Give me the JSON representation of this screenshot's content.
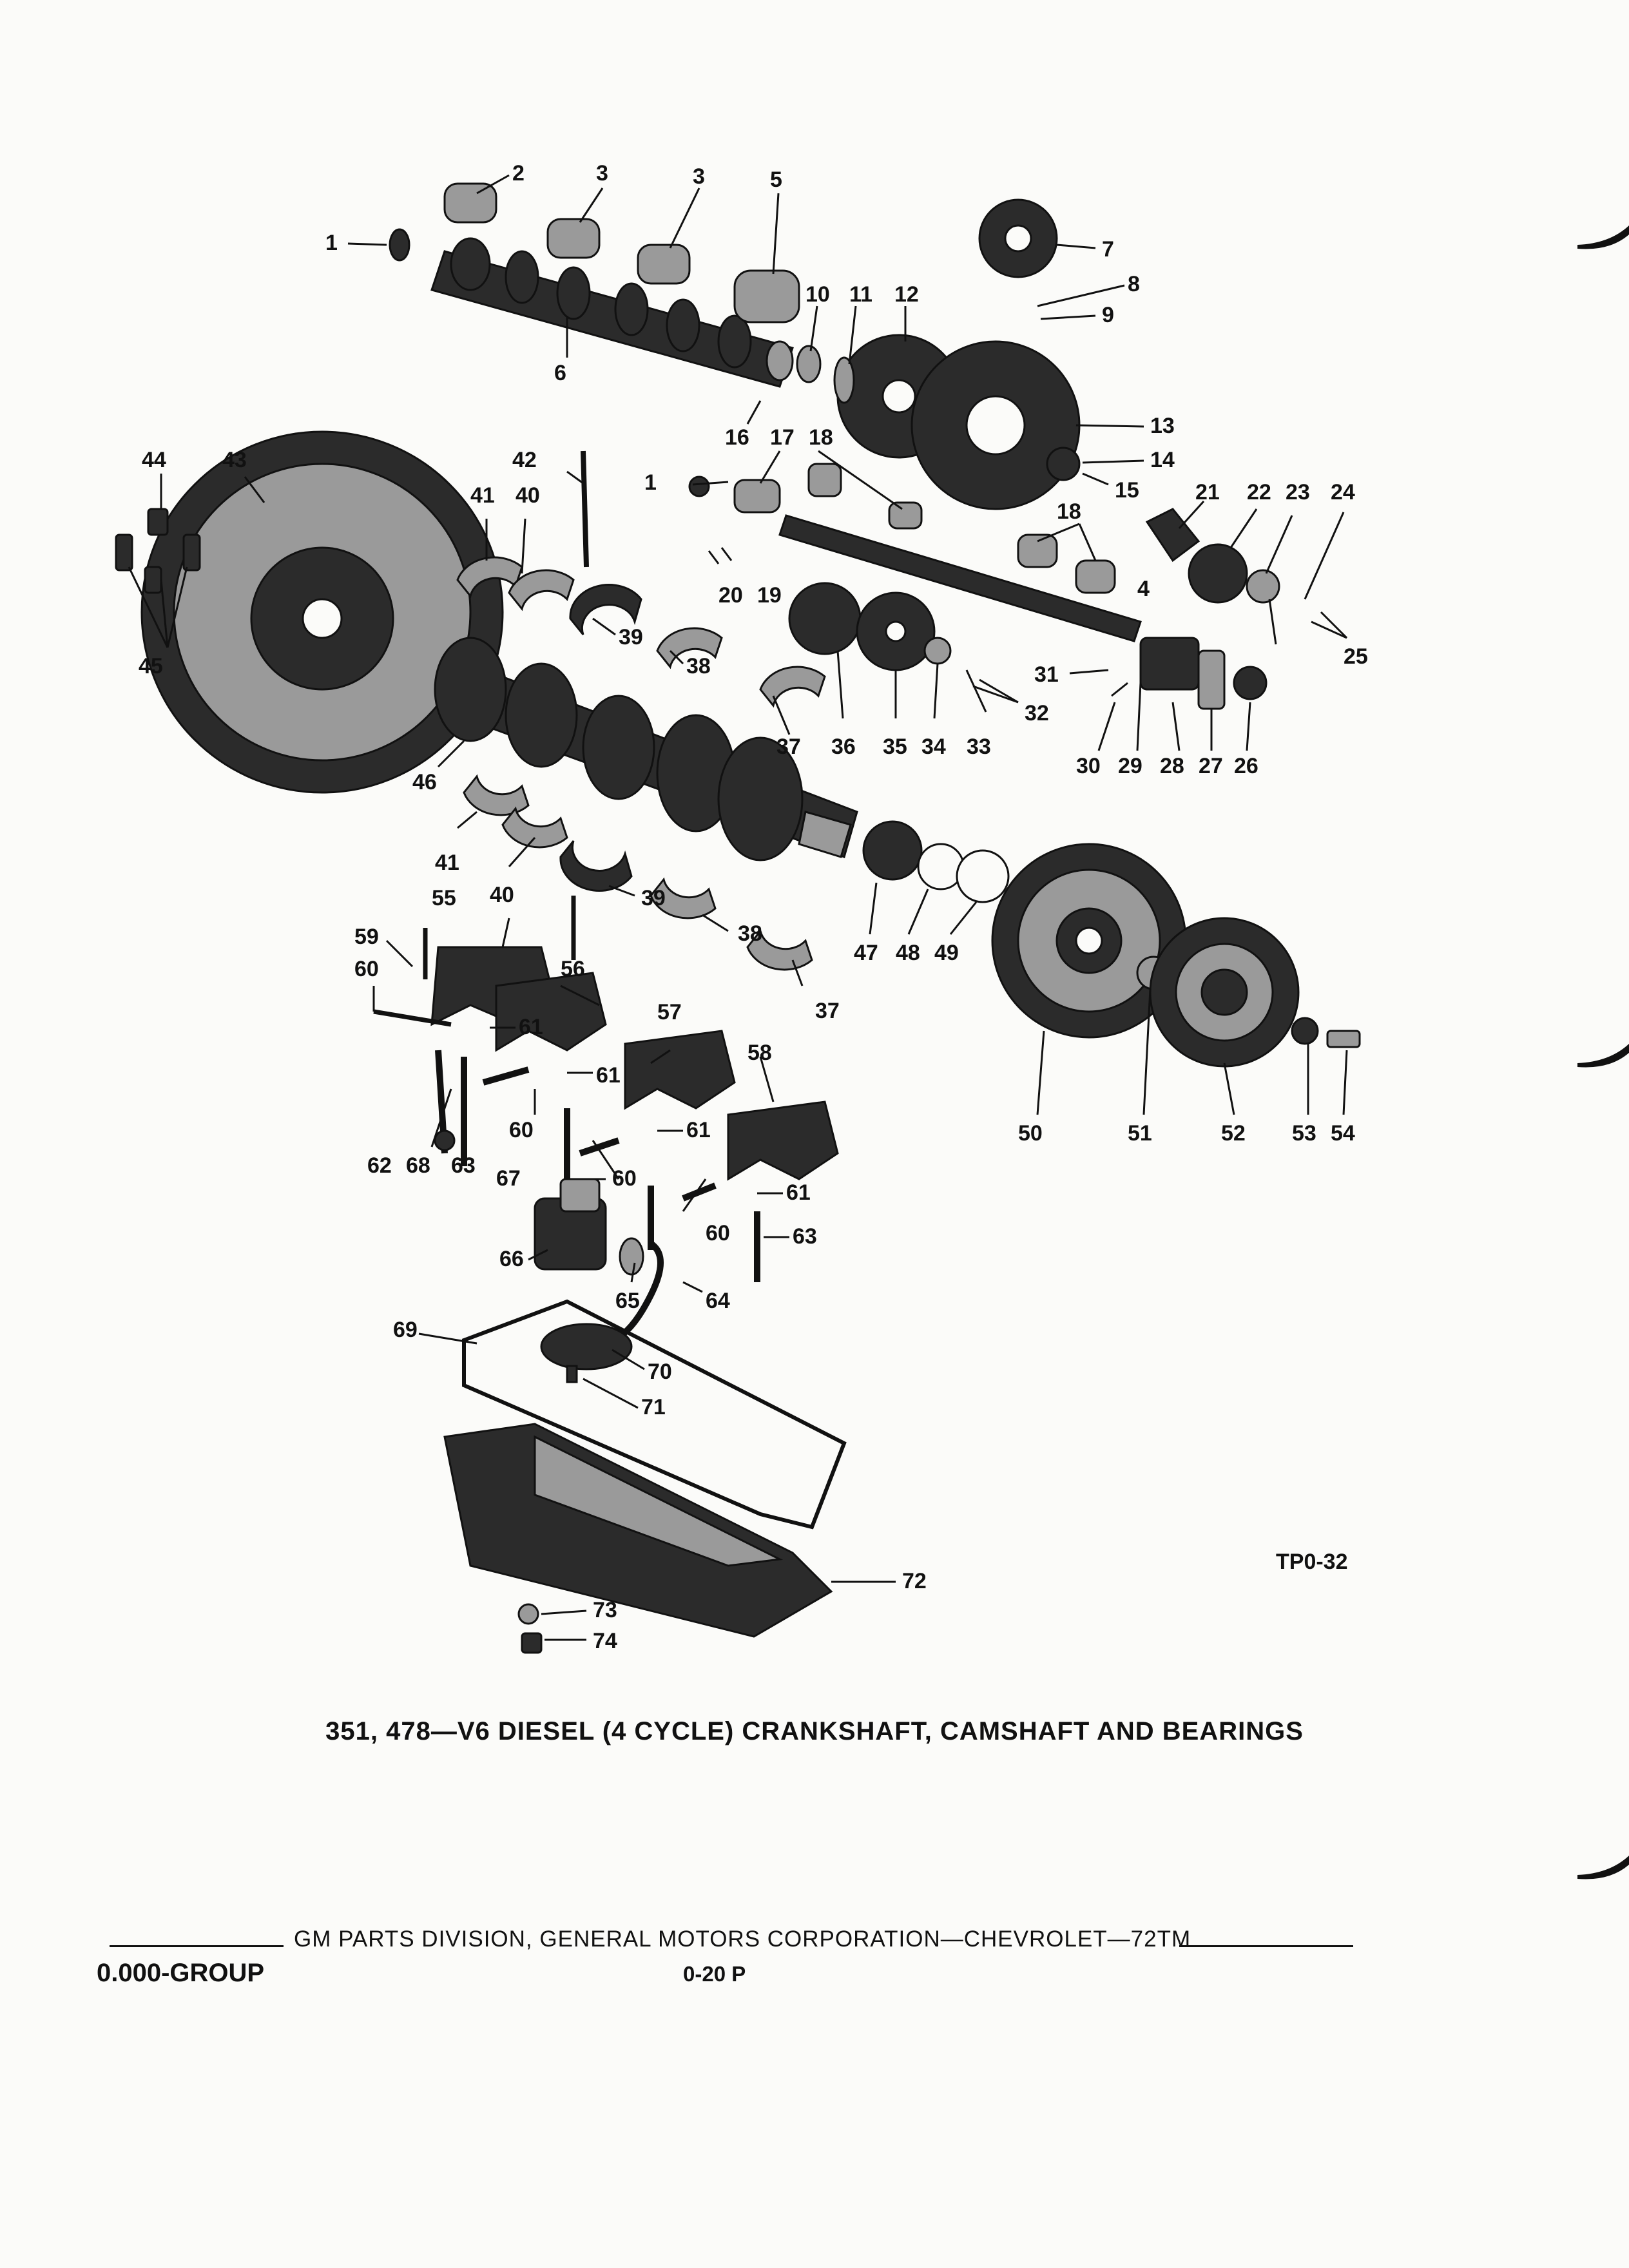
{
  "figure_code": "TP0-32",
  "caption": "351, 478—V6 DIESEL (4 CYCLE) CRANKSHAFT, CAMSHAFT AND BEARINGS",
  "footer": {
    "corporation": "GM PARTS DIVISION, GENERAL MOTORS CORPORATION—CHEVROLET—72TM",
    "group": "0.000-GROUP",
    "page": "0-20  P"
  },
  "callouts": [
    "1",
    "2",
    "3",
    "3",
    "5",
    "6",
    "7",
    "8",
    "9",
    "10",
    "11",
    "12",
    "13",
    "14",
    "15",
    "16",
    "17",
    "18",
    "1",
    "18",
    "21",
    "22",
    "23",
    "24",
    "42",
    "44",
    "43",
    "41",
    "40",
    "39",
    "38",
    "37",
    "36",
    "35",
    "34",
    "33",
    "32",
    "31",
    "4",
    "25",
    "30",
    "29",
    "28",
    "27",
    "26",
    "20",
    "19",
    "45",
    "46",
    "41",
    "40",
    "39",
    "38",
    "37",
    "47",
    "48",
    "49",
    "55",
    "59",
    "60",
    "56",
    "61",
    "57",
    "61",
    "58",
    "61",
    "61",
    "60",
    "60",
    "60",
    "60",
    "62",
    "68",
    "63",
    "63",
    "67",
    "66",
    "65",
    "64",
    "50",
    "51",
    "52",
    "53",
    "54",
    "69",
    "70",
    "71",
    "72",
    "73",
    "74"
  ]
}
